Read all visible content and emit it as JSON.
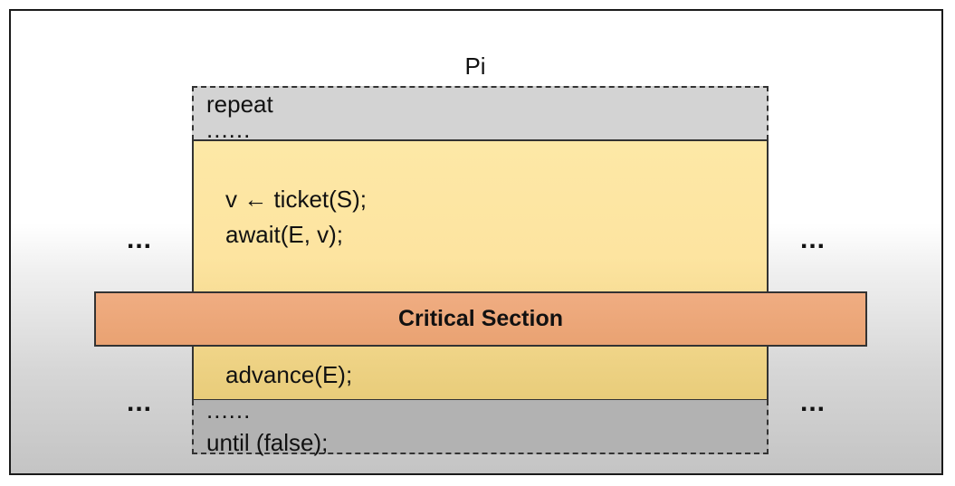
{
  "process": {
    "label": "Pi"
  },
  "loop": {
    "start": "repeat",
    "top_ellipsis": "......",
    "bottom_ellipsis": "......",
    "end": "until (false);"
  },
  "entry_code": {
    "line1": "v ← ticket(S);",
    "line2": "await(E, v);"
  },
  "critical_section": {
    "label": "Critical Section"
  },
  "exit_code": {
    "line1": "advance(E);"
  },
  "side_ellipsis": "...",
  "colors": {
    "loop_region": "#d3d3d3",
    "code_region": "#fde4a0",
    "critical_section": "#eda77a",
    "border": "#333333"
  }
}
